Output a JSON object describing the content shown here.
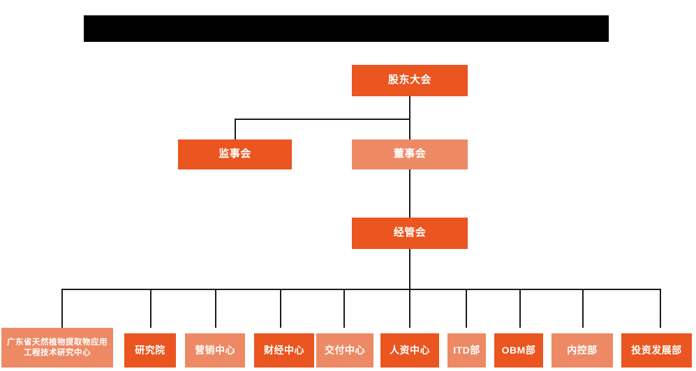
{
  "chart": {
    "title_bar": {
      "label": "",
      "redacted": true
    },
    "palette": {
      "dark_orange": "#EA5520",
      "light_orange": "#ED8A65",
      "connector": "#1a1a1a",
      "text": "#ffffff",
      "background": "#ffffff"
    },
    "nodes": {
      "shareholders_meeting": {
        "label": "股东大会",
        "tone": "dark",
        "level": 1
      },
      "board_of_supervisors": {
        "label": "监事会",
        "tone": "dark",
        "level": 2
      },
      "board_of_directors": {
        "label": "董事会",
        "tone": "light",
        "level": 2
      },
      "management_committee": {
        "label": "经管会",
        "tone": "dark",
        "level": 3
      }
    },
    "departments": [
      {
        "label": "广东省天然植物提取物应用工程技术研究中心",
        "tone": "light",
        "lines": 2
      },
      {
        "label": "研究院",
        "tone": "dark",
        "lines": 1
      },
      {
        "label": "营销中心",
        "tone": "light",
        "lines": 1
      },
      {
        "label": "财经中心",
        "tone": "dark",
        "lines": 1
      },
      {
        "label": "交付中心",
        "tone": "light",
        "lines": 1
      },
      {
        "label": "人资中心",
        "tone": "dark",
        "lines": 1
      },
      {
        "label": "ITD部",
        "tone": "light",
        "lines": 1
      },
      {
        "label": "OBM部",
        "tone": "dark",
        "lines": 1
      },
      {
        "label": "内控部",
        "tone": "light",
        "lines": 1
      },
      {
        "label": "投资发展部",
        "tone": "dark",
        "lines": 1
      }
    ]
  }
}
